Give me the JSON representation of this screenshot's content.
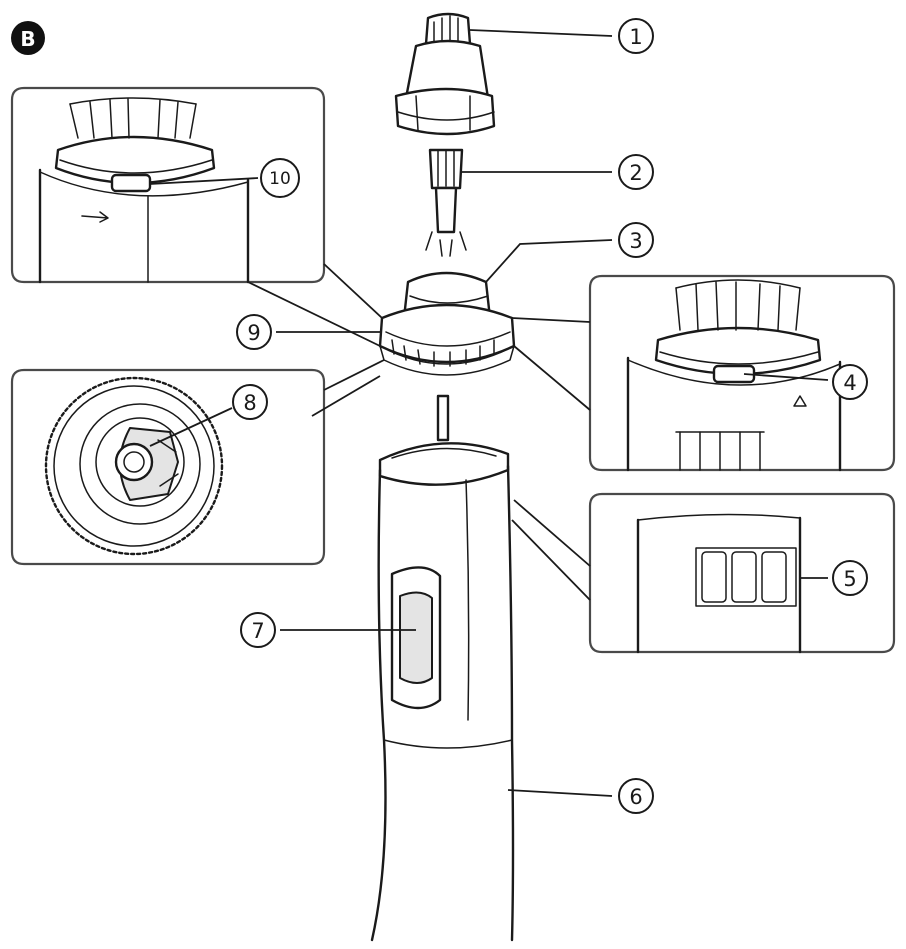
{
  "figure": {
    "badge": "B",
    "callouts": [
      {
        "id": "1",
        "label": "1"
      },
      {
        "id": "2",
        "label": "2"
      },
      {
        "id": "3",
        "label": "3"
      },
      {
        "id": "4",
        "label": "4"
      },
      {
        "id": "5",
        "label": "5"
      },
      {
        "id": "6",
        "label": "6"
      },
      {
        "id": "7",
        "label": "7"
      },
      {
        "id": "8",
        "label": "8"
      },
      {
        "id": "9",
        "label": "9"
      },
      {
        "id": "10",
        "label": "10"
      }
    ]
  }
}
